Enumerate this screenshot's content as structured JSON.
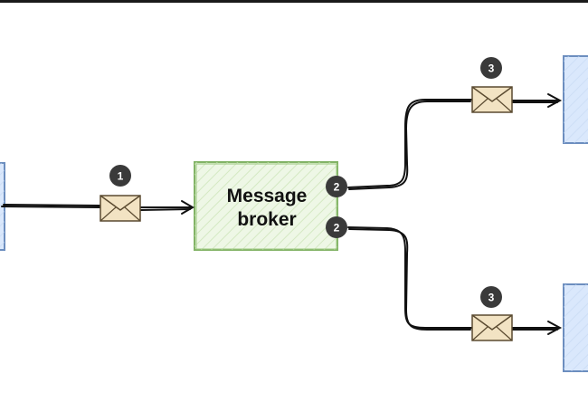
{
  "broker": {
    "line1": "Message",
    "line2": "broker"
  },
  "steps": {
    "send": "1",
    "route": "2",
    "deliver": "3"
  },
  "colors": {
    "ink": "#111111",
    "broker_fill": "#eef7e6",
    "broker_stroke": "#82b366",
    "node_fill": "#dae8fc",
    "node_stroke": "#6c8ebf",
    "envelope_fill": "#f2e3c3",
    "envelope_stroke": "#5a4a30",
    "badge_fill": "#3a3a3a",
    "badge_text": "#ffffff"
  }
}
